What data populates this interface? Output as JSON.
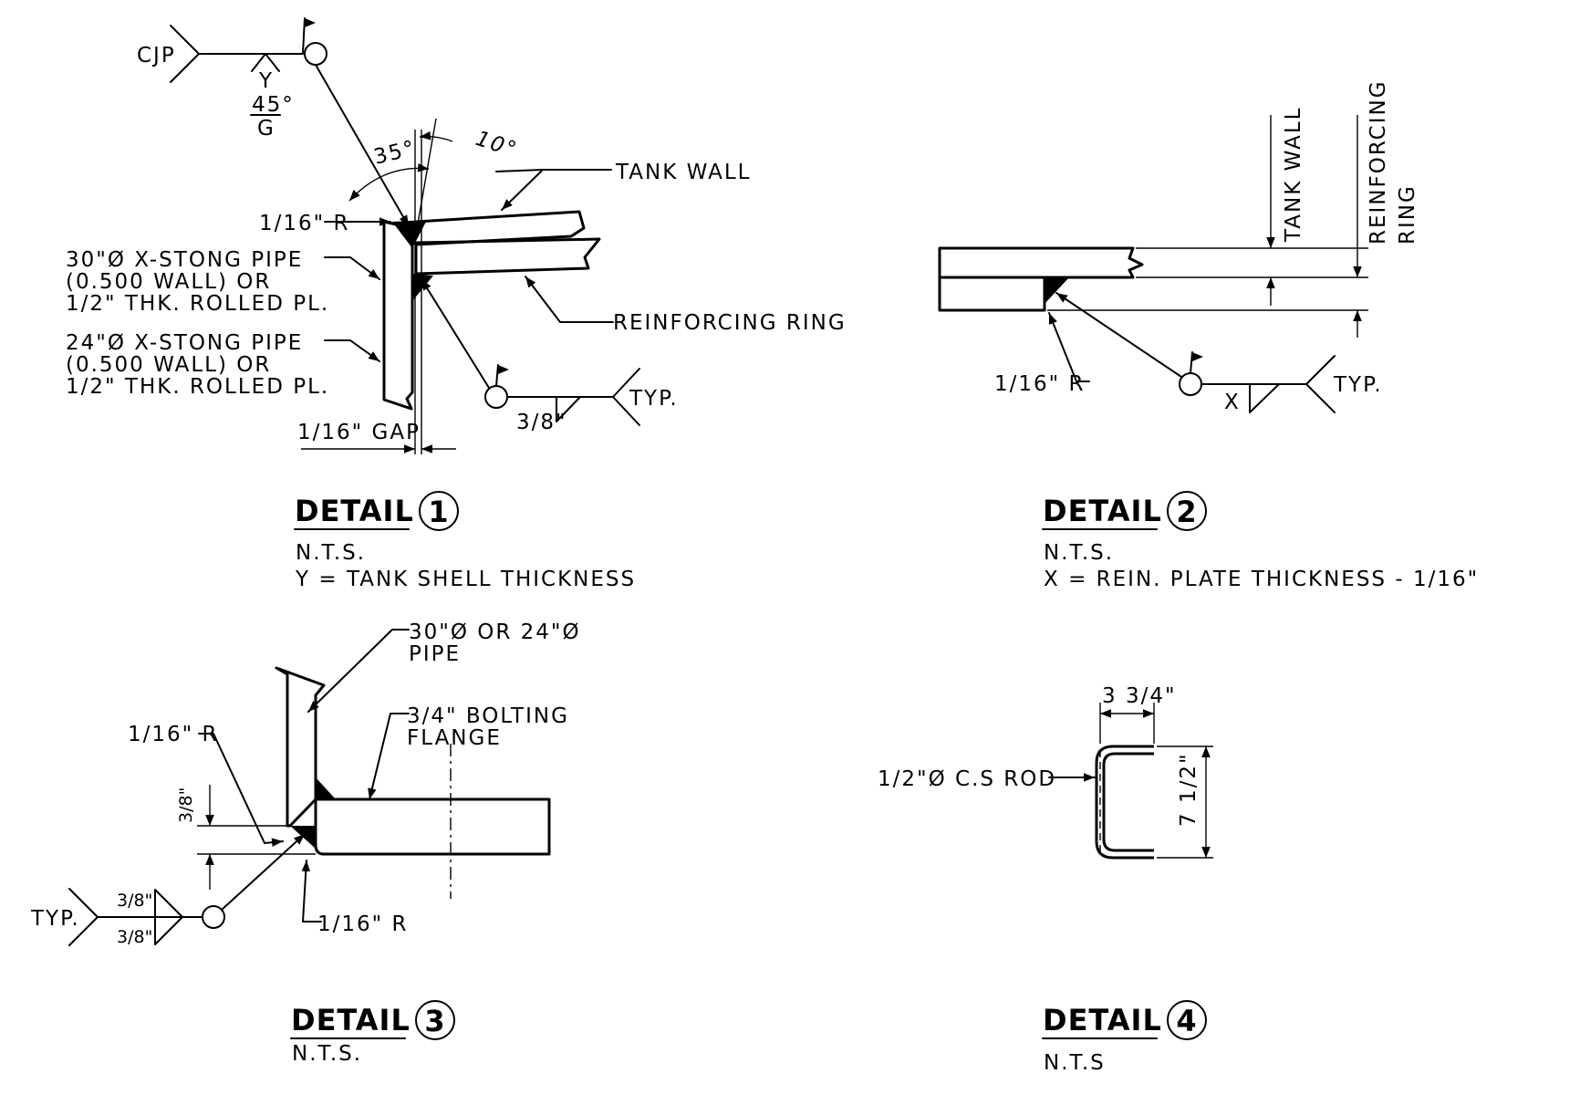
{
  "details": [
    {
      "title": "DETAIL",
      "number": "1",
      "scale": "N.T.S.",
      "note": "Y = TANK SHELL THICKNESS",
      "labels": {
        "weld_type": "CJP",
        "weld_y": "Y",
        "weld_angle": "45°",
        "weld_g": "G",
        "angle_35": "35°",
        "angle_10": "10°",
        "tank_wall": "TANK WALL",
        "radius": "1/16\" R",
        "pipe30_line1": "30\"Ø X-STONG PIPE",
        "pipe30_line2": "(0.500 WALL) OR",
        "pipe30_line3": "1/2\" THK. ROLLED PL.",
        "pipe24_line1": "24\"Ø X-STONG PIPE",
        "pipe24_line2": "(0.500 WALL) OR",
        "pipe24_line3": "1/2\" THK. ROLLED PL.",
        "reinforcing_ring": "REINFORCING RING",
        "weld_size": "3/8\"",
        "typ": "TYP.",
        "gap": "1/16\" GAP"
      }
    },
    {
      "title": "DETAIL",
      "number": "2",
      "scale": "N.T.S.",
      "note": "X = REIN. PLATE THICKNESS - 1/16\"",
      "labels": {
        "tank_wall": "TANK WALL",
        "reinforcing_line1": "REINFORCING",
        "reinforcing_line2": "RING",
        "radius": "1/16\" R",
        "weld_x": "X",
        "typ": "TYP."
      }
    },
    {
      "title": "DETAIL",
      "number": "3",
      "scale": "N.T.S.",
      "labels": {
        "pipe_line1": "30\"Ø OR 24\"Ø",
        "pipe_line2": "PIPE",
        "flange_line1": "3/4\" BOLTING",
        "flange_line2": "FLANGE",
        "radius_top": "1/16\" R",
        "dim_3_8": "3/8\"",
        "typ": "TYP.",
        "weld_top": "3/8\"",
        "weld_bottom": "3/8\"",
        "radius_bottom": "1/16\" R"
      }
    },
    {
      "title": "DETAIL",
      "number": "4",
      "scale": "N.T.S",
      "labels": {
        "width": "3 3/4\"",
        "rod": "1/2\"Ø C.S ROD",
        "height": "7 1/2\""
      }
    }
  ]
}
